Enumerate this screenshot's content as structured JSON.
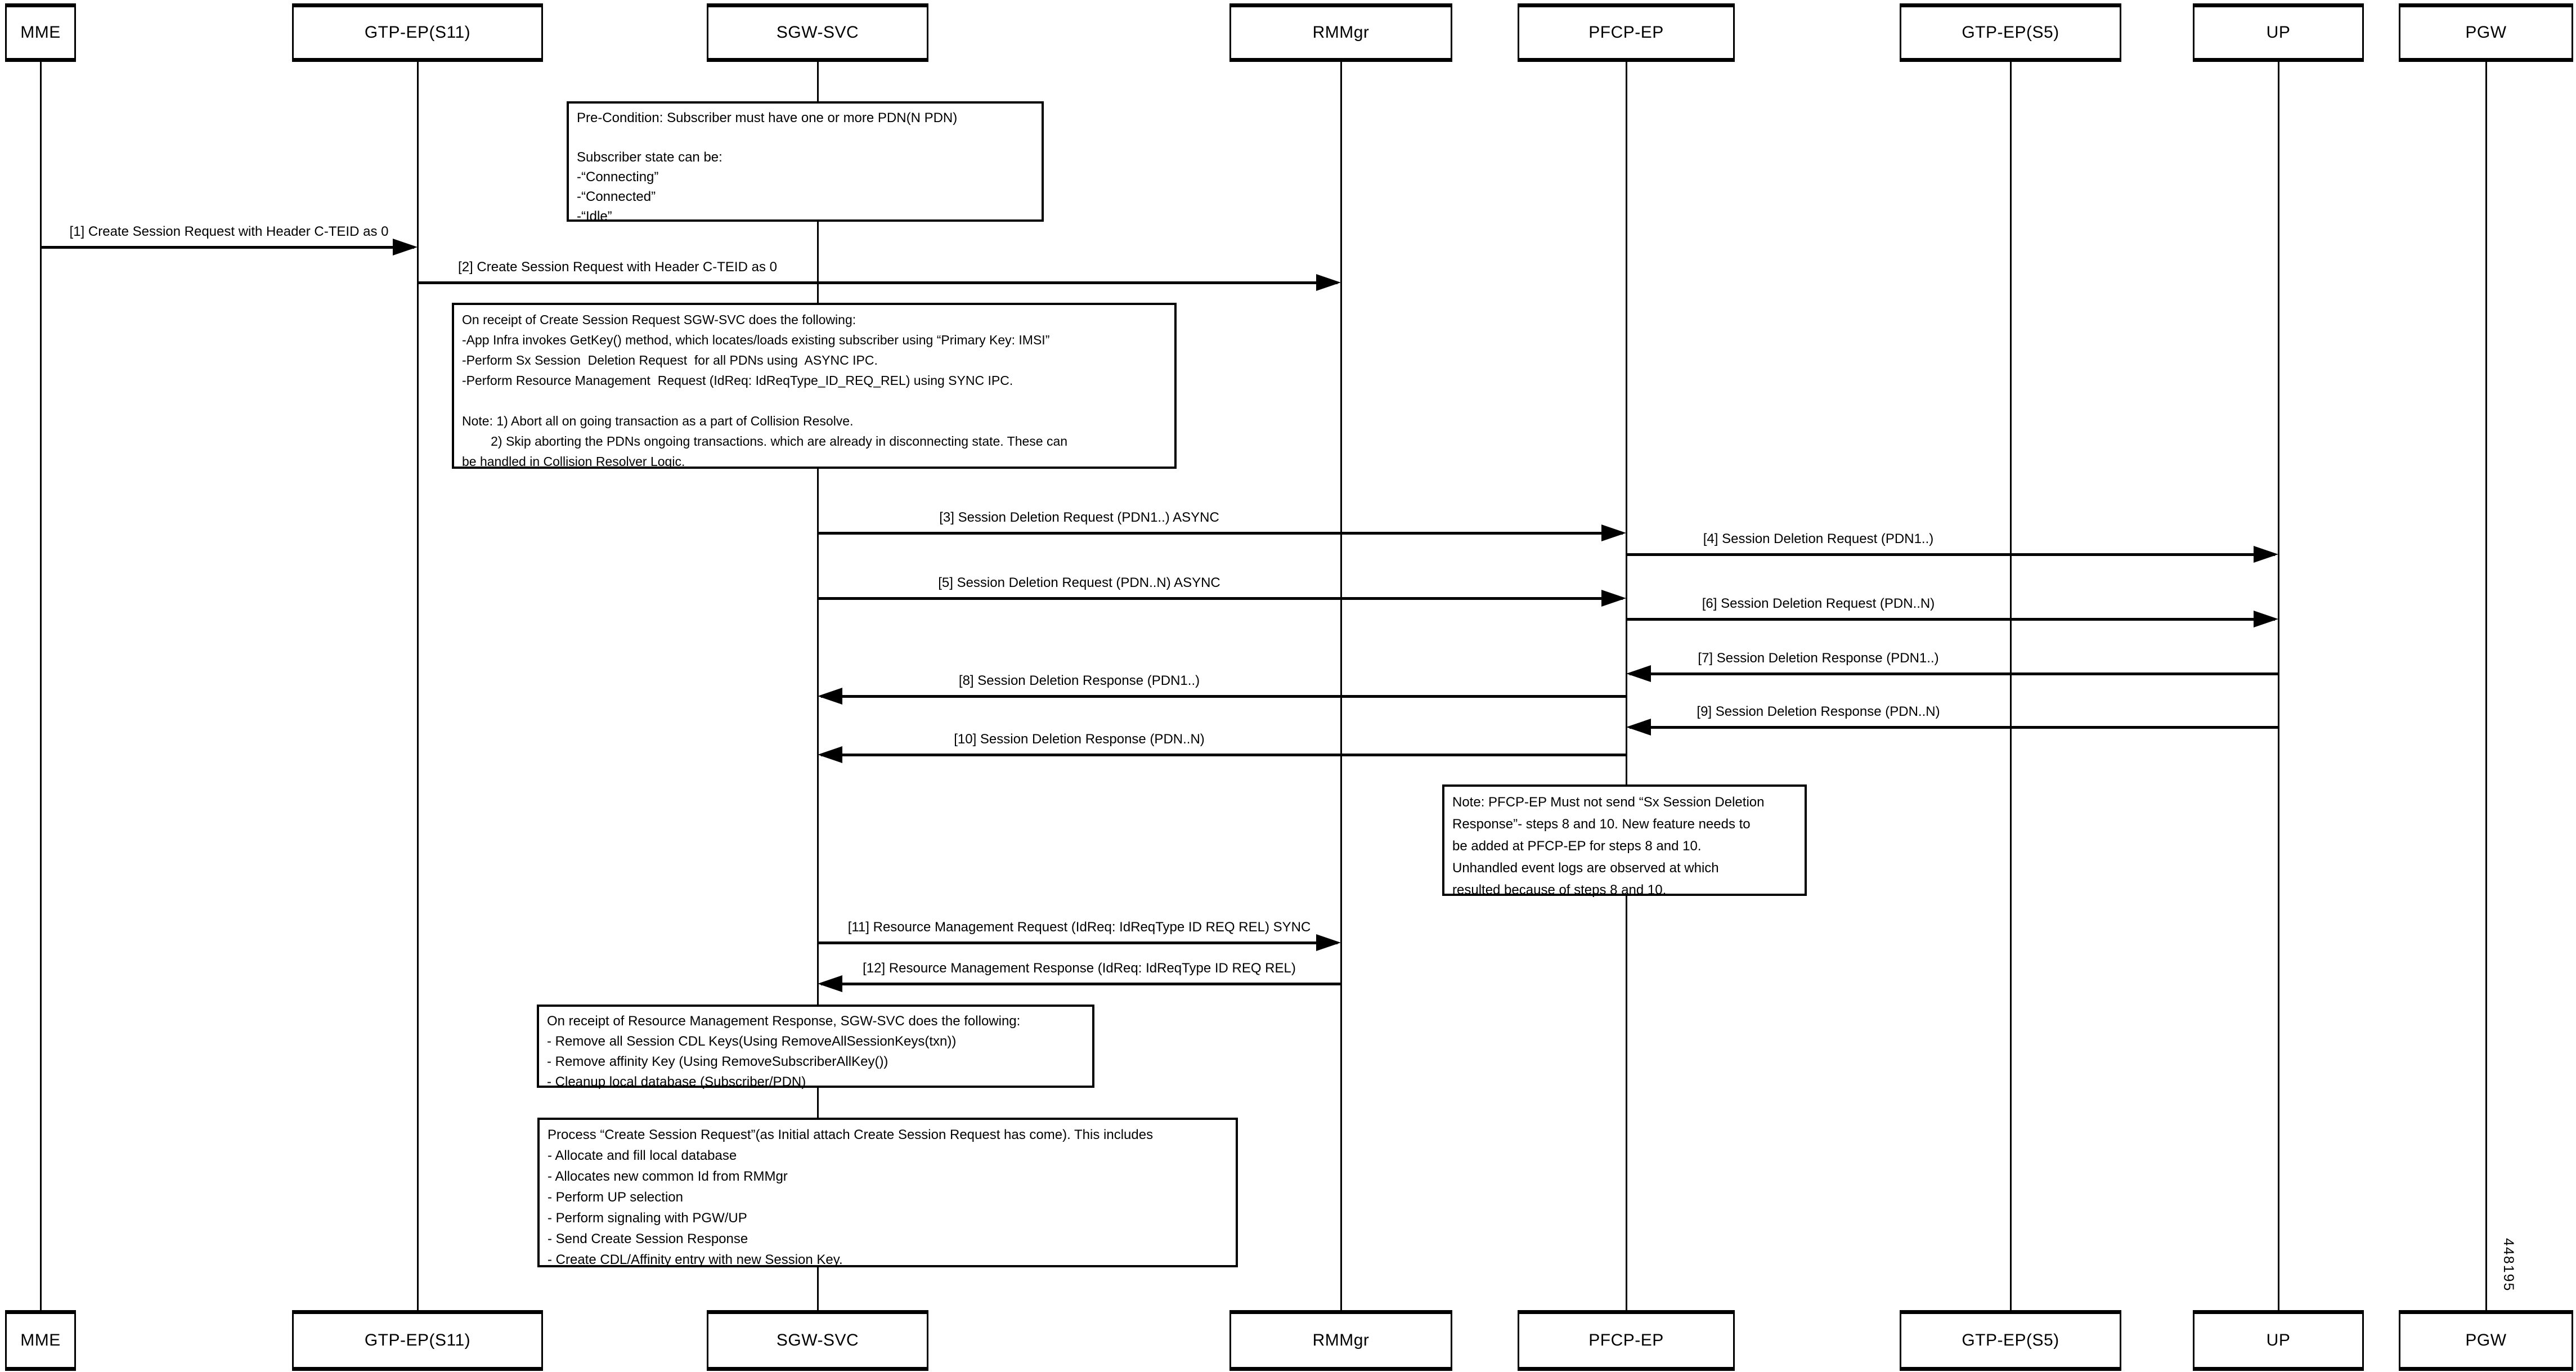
{
  "diagram": {
    "side_label": "448195",
    "entities": [
      {
        "name": "MME"
      },
      {
        "name": "GTP-EP(S11)"
      },
      {
        "name": "SGW-SVC"
      },
      {
        "name": "RMMgr"
      },
      {
        "name": "PFCP-EP"
      },
      {
        "name": "GTP-EP(S5)"
      },
      {
        "name": "UP"
      },
      {
        "name": "PGW"
      }
    ],
    "messages": [
      {
        "num": 1,
        "from": "MME",
        "to": "GTP-EP(S11)",
        "label": "[1] Create Session Request with Header C-TEID as 0"
      },
      {
        "num": 2,
        "from": "GTP-EP(S11)",
        "to": "RMMgr",
        "label": "[2] Create Session Request with Header C-TEID as 0"
      },
      {
        "num": 3,
        "from": "SGW-SVC",
        "to": "PFCP-EP",
        "label": "[3] Session Deletion Request (PDN1..) ASYNC"
      },
      {
        "num": 4,
        "from": "PFCP-EP",
        "to": "UP",
        "label": "[4] Session Deletion Request (PDN1..)"
      },
      {
        "num": 5,
        "from": "SGW-SVC",
        "to": "PFCP-EP",
        "label": "[5] Session Deletion Request (PDN..N) ASYNC"
      },
      {
        "num": 6,
        "from": "PFCP-EP",
        "to": "UP",
        "label": "[6] Session Deletion Request (PDN..N)"
      },
      {
        "num": 7,
        "from": "UP",
        "to": "PFCP-EP",
        "label": "[7] Session Deletion Response (PDN1..)"
      },
      {
        "num": 8,
        "from": "PFCP-EP",
        "to": "SGW-SVC",
        "label": "[8] Session Deletion Response (PDN1..)"
      },
      {
        "num": 9,
        "from": "UP",
        "to": "PFCP-EP",
        "label": "[9] Session Deletion Response (PDN..N)"
      },
      {
        "num": 10,
        "from": "PFCP-EP",
        "to": "SGW-SVC",
        "label": "[10] Session Deletion Response (PDN..N)"
      },
      {
        "num": 11,
        "from": "SGW-SVC",
        "to": "RMMgr",
        "label": "[11] Resource Management Request (IdReq: IdReqType ID REQ REL) SYNC"
      },
      {
        "num": 12,
        "from": "RMMgr",
        "to": "SGW-SVC",
        "label": "[12] Resource Management Response (IdReq: IdReqType ID REQ REL)"
      }
    ],
    "notes": [
      {
        "id": "pre-condition-note",
        "lines": [
          "Pre-Condition: Subscriber must have one or more PDN(N PDN)",
          "",
          "Subscriber state can be:",
          "-“Connecting”",
          "-“Connected”",
          "-“Idle”"
        ]
      },
      {
        "id": "create-session-handling-note",
        "lines": [
          "On receipt of Create Session Request SGW-SVC does the following:",
          "-App Infra invokes GetKey() method, which locates/loads existing subscriber using “Primary Key: IMSI”",
          "-Perform Sx Session  Deletion Request  for all PDNs using  ASYNC IPC.",
          "-Perform Resource Management  Request (IdReq: IdReqType_ID_REQ_REL) using SYNC IPC.",
          "",
          "Note: 1) Abort all on going transaction as a part of Collision Resolve.",
          "        2) Skip aborting the PDNs ongoing transactions. which are already in disconnecting state. These can",
          "be handled in Collision Resolver Logic."
        ]
      },
      {
        "id": "pfcp-ep-note",
        "lines": [
          "Note: PFCP-EP Must not send “Sx Session Deletion",
          "Response”- steps 8 and 10. New feature needs to",
          "be added at PFCP-EP for steps 8 and 10.",
          "Unhandled event logs are observed at which",
          "resulted because of steps 8 and 10."
        ]
      },
      {
        "id": "resource-mgmt-response-note",
        "lines": [
          "On receipt of Resource Management Response, SGW-SVC does the following:",
          "- Remove all Session CDL Keys(Using RemoveAllSessionKeys(txn))",
          "- Remove affinity Key (Using RemoveSubscriberAllKey())",
          "- Cleanup local database (Subscriber/PDN)"
        ]
      },
      {
        "id": "process-create-session-note",
        "lines": [
          "Process “Create Session Request”(as Initial attach Create Session Request has come). This includes",
          "- Allocate and fill local database",
          "- Allocates new common Id from RMMgr",
          "- Perform UP selection",
          "- Perform signaling with PGW/UP",
          "- Send Create Session Response",
          "- Create CDL/Affinity entry with new Session Key."
        ]
      }
    ]
  }
}
